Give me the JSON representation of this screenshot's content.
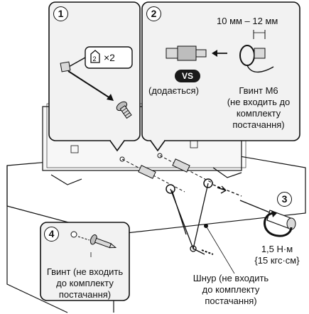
{
  "steps": {
    "s1": "1",
    "s2": "2",
    "s3": "3",
    "s4": "4"
  },
  "step1": {
    "qty": "×2"
  },
  "step2": {
    "dimension": "10 мм – 12 мм",
    "vs_badge": "VS",
    "supplied_label": "(додається)",
    "bolt_line1": "Гвинт M6",
    "bolt_line2": "(не входить до",
    "bolt_line3": "комплекту",
    "bolt_line4": "постачання)"
  },
  "step3": {
    "torque_line1": "1,5 Н·м",
    "torque_line2": "{15 кгс·см}"
  },
  "step4": {
    "screw_line1": "Гвинт (не входить",
    "screw_line2": "до комплекту",
    "screw_line3": "постачання)"
  },
  "cord": {
    "line1": "Шнур (не входить",
    "line2": "до комплекту",
    "line3": "постачання)"
  },
  "colors": {
    "panel_fill": "#f2f2f2",
    "stroke": "#111111",
    "badge": "#1a1a1a"
  }
}
